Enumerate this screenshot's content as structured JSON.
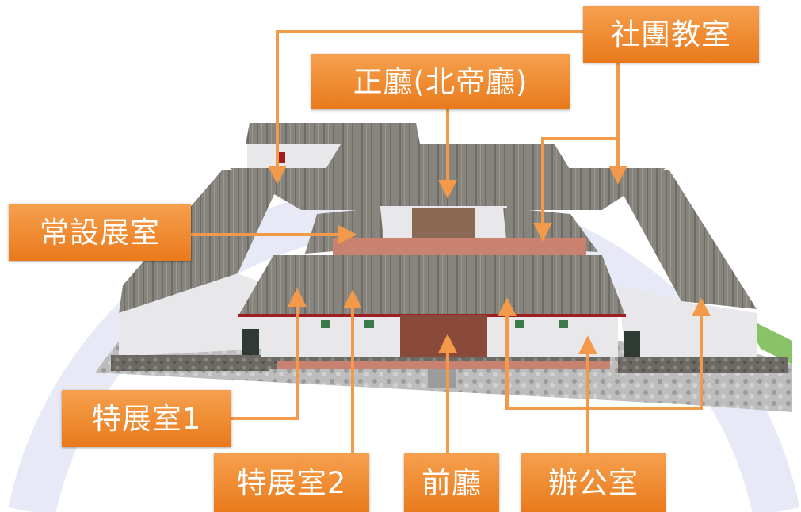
{
  "labels": {
    "club_classroom": "社團教室",
    "main_hall": "正廳(北帝廳)",
    "permanent_exhibition": "常設展室",
    "special_exhibition_1": "特展室1",
    "special_exhibition_2": "特展室2",
    "front_hall": "前廳",
    "office": "辦公室"
  },
  "colors": {
    "label_fill": "#ef8a2c",
    "label_text": "#ffffff",
    "arrow": "#f39a4a",
    "roof": "#7d7b74",
    "wall": "#e8e8ea",
    "wall_band": "#9e1f22",
    "stone_base": "#6d6a66",
    "terrace": "#c9826f"
  }
}
